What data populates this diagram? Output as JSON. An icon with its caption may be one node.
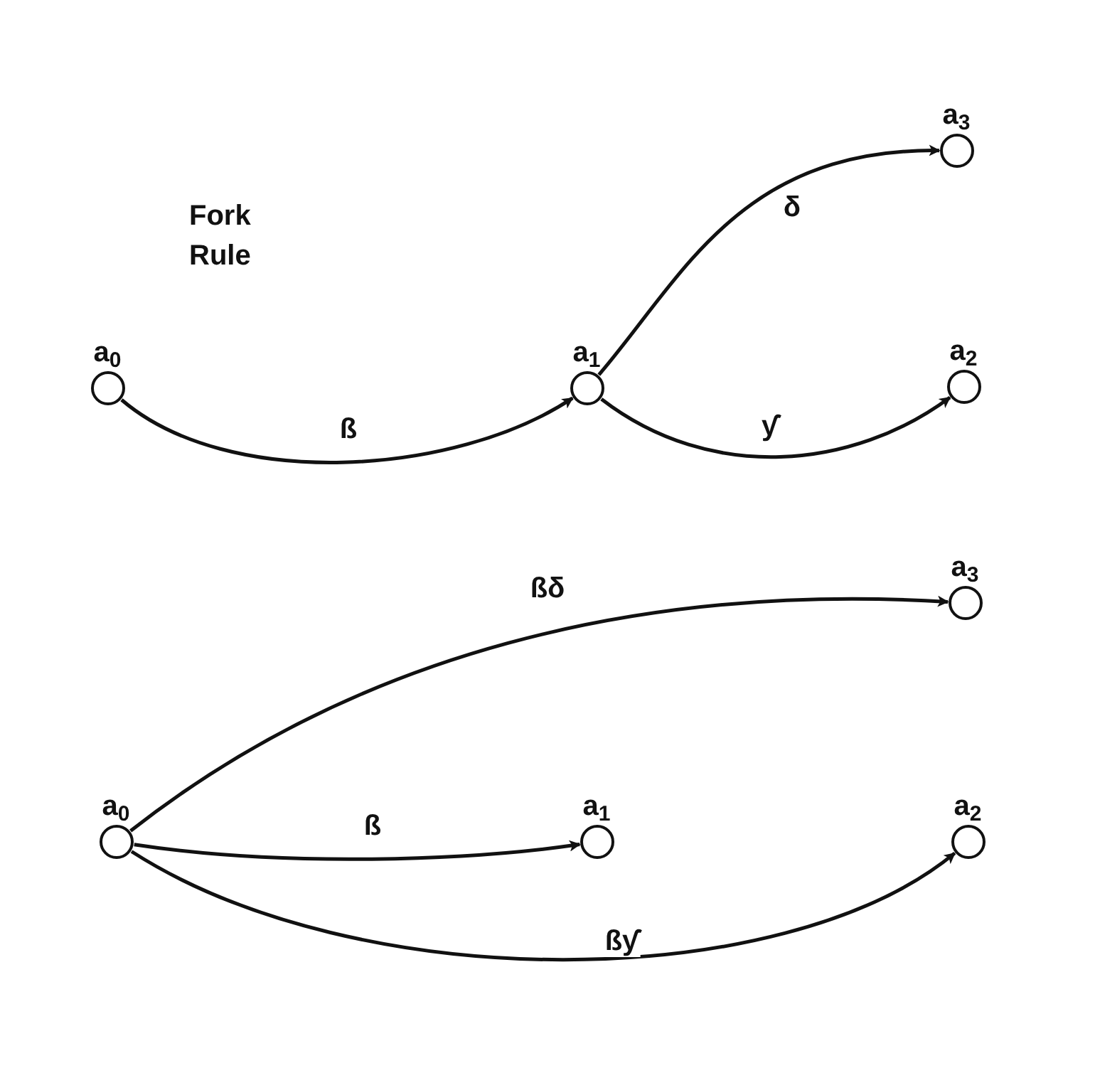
{
  "diagram": {
    "title": "Fork Rule",
    "nodes": [
      {
        "text": [
          "a$_{0}$"
        ]
      },
      {
        "text": [
          "a$_{1}$"
        ]
      },
      {
        "text": [
          "a$_{3}$"
        ]
      },
      {
        "text": [
          "a$_{2}$"
        ]
      },
      {
        "text": [
          "a$_{3}$"
        ]
      },
      {
        "text": [
          "a$_{0}$"
        ]
      },
      {
        "text": [
          "a$_{1}$"
        ]
      },
      {
        "text": [
          "a$_{2}$"
        ]
      }
    ],
    "edges": [
      {
        "from": 0,
        "to": 1,
        "arrow": "to",
        "label": "ß"
      },
      {
        "from": 1,
        "to": 2,
        "arrow": "to",
        "label": "δ"
      },
      {
        "from": 1,
        "to": 3,
        "arrow": "to",
        "label": "ƴ"
      },
      {
        "from": 5,
        "to": 4,
        "arrow": "to",
        "label": "ßδ"
      },
      {
        "from": 5,
        "to": 6,
        "arrow": "to",
        "label": "ß"
      },
      {
        "from": 5,
        "to": 7,
        "arrow": "to",
        "label": "ßƴ"
      }
    ]
  }
}
